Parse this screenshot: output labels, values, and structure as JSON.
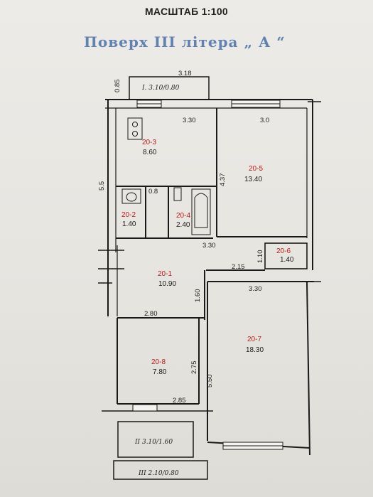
{
  "header": {
    "scale_title": "МАСШТАБ 1:100",
    "stamp": "Поверх  III  літера  „ А “"
  },
  "colors": {
    "wall": "#1a1a1a",
    "room_id": "#c01818",
    "stamp": "#4a6fa8"
  },
  "dimensions": {
    "top_width": "3.18",
    "top_height": "0.85",
    "balcony_top": "І. 3.10/0.80",
    "kitchen_width": "3.30",
    "room5_width": "3.0",
    "left_height": "5.5",
    "room5_height": "4.37",
    "bath_gap": "0.8",
    "corridor_width": "3.30",
    "corridor_step": "2.15",
    "room6_height": "1.10",
    "corridor_height": "1.60",
    "room7_width": "3.30",
    "room8_top_width": "2.80",
    "room8_height": "2.75",
    "room7_height": "5.50",
    "room8_bottom_width": "2.85",
    "balcony_2": "ІІ 3.10/1.60",
    "balcony_3": "ІІІ 2.10/0.80"
  },
  "rooms": [
    {
      "id": "20-3",
      "area": "8.60"
    },
    {
      "id": "20-5",
      "area": "13.40"
    },
    {
      "id": "20-2",
      "area": "1.40"
    },
    {
      "id": "20-4",
      "area": "2.40"
    },
    {
      "id": "20-6",
      "area": "1.40"
    },
    {
      "id": "20-1",
      "area": "10.90"
    },
    {
      "id": "20-7",
      "area": "18.30"
    },
    {
      "id": "20-8",
      "area": "7.80"
    }
  ]
}
